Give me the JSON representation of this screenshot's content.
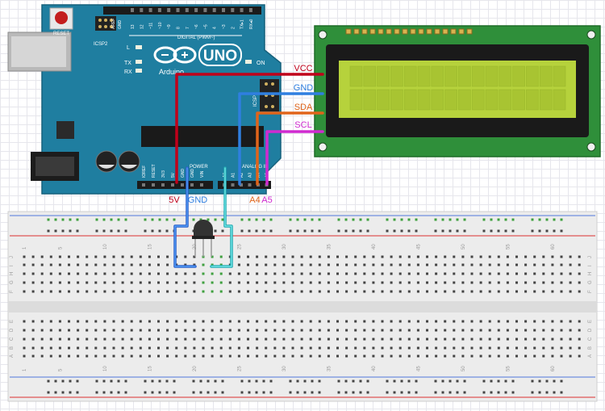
{
  "arduino": {
    "reset_label": "RESET",
    "icsp2_label": "ICSP2",
    "icsp_label": "ICSP",
    "brand": "Arduino",
    "model": "UNO",
    "on_label": "ON",
    "l_label": "L",
    "tx_label": "TX",
    "rx_label": "RX",
    "digital_header": "DIGITAL (PWM~)",
    "power_header": "POWER",
    "analog_header": "ANALOG IN",
    "aref": "AREF",
    "gnd_top": "GND",
    "digital_pins": [
      "13",
      "12",
      "~11",
      "~10",
      "~9",
      "8",
      "7",
      "~6",
      "~5",
      "4",
      "~3",
      "2",
      "TX▸1",
      "RX◂0"
    ],
    "power_pins": [
      "IOREF",
      "RESET",
      "3V3",
      "5V",
      "GND",
      "GND",
      "VIN"
    ],
    "analog_pins": [
      "A0",
      "A1",
      "A2",
      "A3",
      "A4",
      "A5"
    ]
  },
  "lcd": {
    "pins": [
      {
        "name": "VCC",
        "color": "#c0001a"
      },
      {
        "name": "GND",
        "color": "#2f7fe0"
      },
      {
        "name": "SDA",
        "color": "#e0641a"
      },
      {
        "name": "SCL",
        "color": "#d02ad0"
      }
    ]
  },
  "board_pin_labels": [
    {
      "name": "5V",
      "color": "#c0001a"
    },
    {
      "name": "GND",
      "color": "#2f7fe0"
    },
    {
      "name": "A4",
      "color": "#e0641a"
    },
    {
      "name": "A5",
      "color": "#d02ad0"
    }
  ],
  "breadboard": {
    "column_numbers": [
      "1",
      "5",
      "10",
      "15",
      "20",
      "25",
      "30",
      "35",
      "40",
      "45",
      "50",
      "55",
      "60"
    ],
    "row_letters_top": [
      "J",
      "I",
      "H",
      "G",
      "F"
    ],
    "row_letters_bottom": [
      "E",
      "D",
      "C",
      "B",
      "A"
    ]
  },
  "colors": {
    "board": "#1f7ea0",
    "lcd_pcb": "#2f8f3a",
    "lcd_screen": "#b6d23c",
    "wire_5v": "#c0001a",
    "wire_gnd": "#2f7fe0",
    "wire_sda": "#e0641a",
    "wire_scl": "#d02ad0",
    "wire_signal": "#2fd0d0",
    "wire_dark_blue": "#2a5cc8"
  }
}
